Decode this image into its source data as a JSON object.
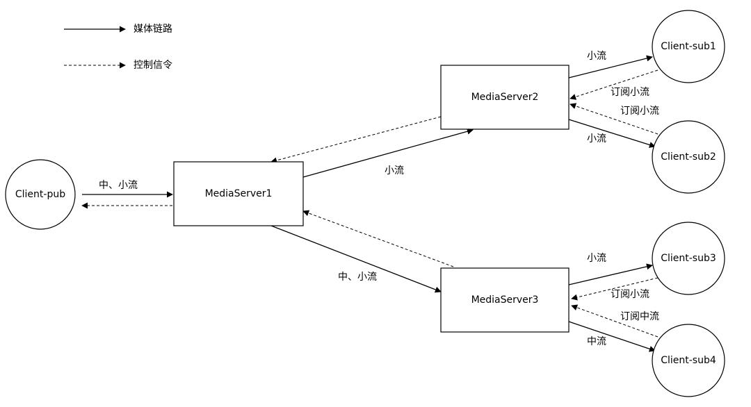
{
  "legend": {
    "media_label": "媒体链路",
    "control_label": "控制信令"
  },
  "nodes": {
    "client_pub": "Client-pub",
    "media_server1": "MediaServer1",
    "media_server2": "MediaServer2",
    "media_server3": "MediaServer3",
    "client_sub1": "Client-sub1",
    "client_sub2": "Client-sub2",
    "client_sub3": "Client-sub3",
    "client_sub4": "Client-sub4"
  },
  "edges": {
    "pub_to_ms1": "中、小流",
    "ms1_to_ms2": "小流",
    "ms1_to_ms3": "中、小流",
    "ms2_to_sub1": "小流",
    "sub1_to_ms2": "订阅小流",
    "sub2_to_ms2": "订阅小流",
    "ms2_to_sub2": "小流",
    "ms3_to_sub3": "小流",
    "sub3_to_ms3": "订阅小流",
    "sub4_to_ms3": "订阅中流",
    "ms3_to_sub4": "中流"
  }
}
